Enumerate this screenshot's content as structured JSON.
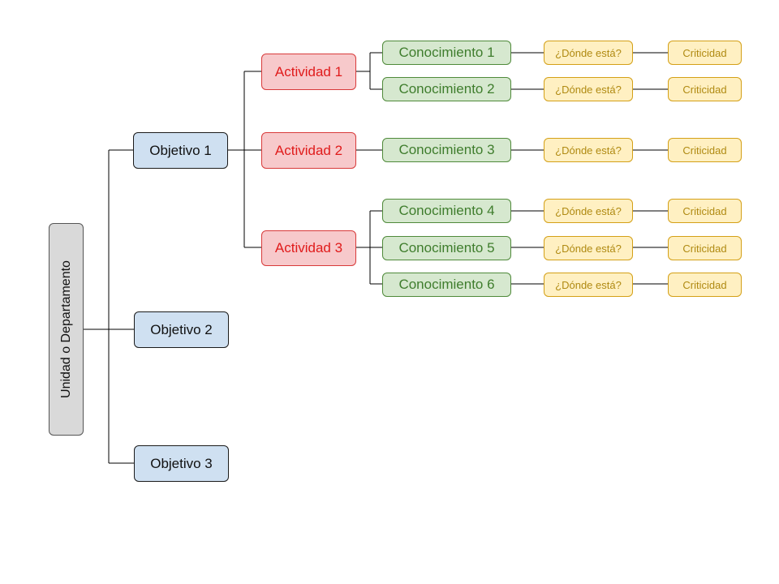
{
  "root": {
    "label": "Unidad o Departamento"
  },
  "objectives": [
    {
      "label": "Objetivo 1"
    },
    {
      "label": "Objetivo 2"
    },
    {
      "label": "Objetivo 3"
    }
  ],
  "activities": [
    {
      "label": "Actividad 1"
    },
    {
      "label": "Actividad 2"
    },
    {
      "label": "Actividad 3"
    }
  ],
  "knowledge": [
    {
      "label": "Conocimiento 1",
      "where": "¿Dónde está?",
      "criticality": "Criticidad"
    },
    {
      "label": "Conocimiento 2",
      "where": "¿Dónde está?",
      "criticality": "Criticidad"
    },
    {
      "label": "Conocimiento 3",
      "where": "¿Dónde está?",
      "criticality": "Criticidad"
    },
    {
      "label": "Conocimiento 4",
      "where": "¿Dónde está?",
      "criticality": "Criticidad"
    },
    {
      "label": "Conocimiento 5",
      "where": "¿Dónde está?",
      "criticality": "Criticidad"
    },
    {
      "label": "Conocimiento 6",
      "where": "¿Dónde está?",
      "criticality": "Criticidad"
    }
  ],
  "colors": {
    "connector": "#000000",
    "objective_fill": "#cfe0f1",
    "activity_fill": "#f7c9cb",
    "activity_text": "#e01b1b",
    "knowledge_fill": "#d6e8cf",
    "knowledge_text": "#3f7d2d",
    "attribute_fill": "#fff0c2",
    "attribute_text": "#b08a12"
  }
}
